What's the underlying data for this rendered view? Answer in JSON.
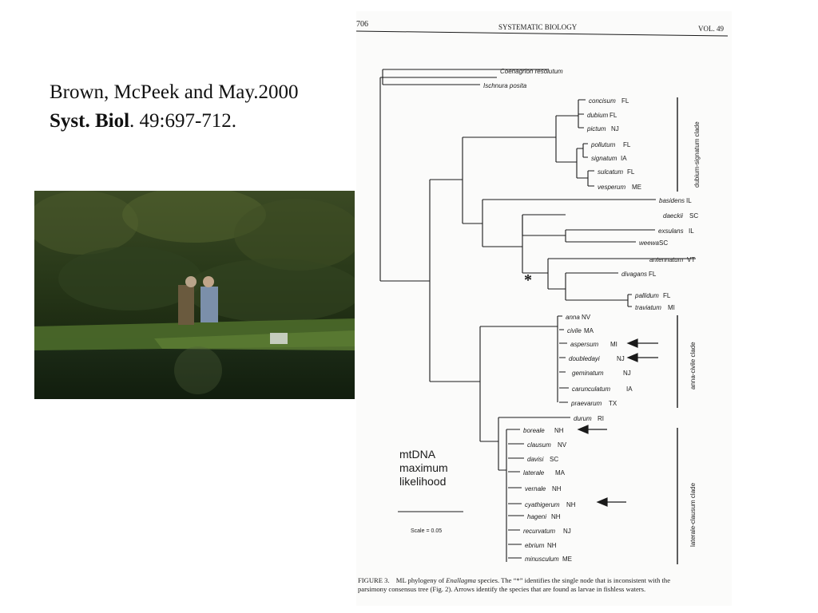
{
  "citation": {
    "authors": "Brown, McPeek and May.2000",
    "journal": "Syst. Biol",
    "details": ". 49:697-712."
  },
  "page_header": {
    "page_number": "706",
    "journal_name": "SYSTEMATIC BIOLOGY",
    "volume": "VOL. 49"
  },
  "tree": {
    "method_label": [
      "mtDNA",
      "maximum",
      "likelihood"
    ],
    "scale_label": "Scale = 0.05",
    "inconsistent_node_marker": "*",
    "taxa": [
      {
        "genus_species": "Coenagrion resolutum",
        "state": ""
      },
      {
        "genus_species": "Ischnura posita",
        "state": ""
      },
      {
        "genus_species": "concisum",
        "state": "FL"
      },
      {
        "genus_species": "dubium",
        "state": "FL"
      },
      {
        "genus_species": "pictum",
        "state": "NJ"
      },
      {
        "genus_species": "pollutum",
        "state": "FL"
      },
      {
        "genus_species": "signatum",
        "state": "IA"
      },
      {
        "genus_species": "sulcatum",
        "state": "FL"
      },
      {
        "genus_species": "vesperum",
        "state": "ME"
      },
      {
        "genus_species": "basidens",
        "state": "IL"
      },
      {
        "genus_species": "daeckii",
        "state": "SC"
      },
      {
        "genus_species": "exsulans",
        "state": "IL"
      },
      {
        "genus_species": "weewa",
        "state": "SC"
      },
      {
        "genus_species": "antennatum",
        "state": "VT"
      },
      {
        "genus_species": "divagans",
        "state": "FL"
      },
      {
        "genus_species": "pallidum",
        "state": "FL"
      },
      {
        "genus_species": "traviatum",
        "state": "MI"
      },
      {
        "genus_species": "anna",
        "state": "NV"
      },
      {
        "genus_species": "civile",
        "state": "MA"
      },
      {
        "genus_species": "aspersum",
        "state": "MI"
      },
      {
        "genus_species": "doubledayi",
        "state": "NJ"
      },
      {
        "genus_species": "geminatum",
        "state": "NJ"
      },
      {
        "genus_species": "carunculatum",
        "state": "IA"
      },
      {
        "genus_species": "praevarum",
        "state": "TX"
      },
      {
        "genus_species": "durum",
        "state": "RI"
      },
      {
        "genus_species": "boreale",
        "state": "NH"
      },
      {
        "genus_species": "clausum",
        "state": "NV"
      },
      {
        "genus_species": "davisi",
        "state": "SC"
      },
      {
        "genus_species": "laterale",
        "state": "MA"
      },
      {
        "genus_species": "vernale",
        "state": "NH"
      },
      {
        "genus_species": "cyathigerum",
        "state": "NH"
      },
      {
        "genus_species": "hageni",
        "state": "NH"
      },
      {
        "genus_species": "recurvatum",
        "state": "NJ"
      },
      {
        "genus_species": "ebrium",
        "state": "NH"
      },
      {
        "genus_species": "minusculum",
        "state": "ME"
      }
    ],
    "clades": [
      {
        "name": "dubium-signatum clade"
      },
      {
        "name": "anna-civile clade"
      },
      {
        "name": "laterale-clausum clade"
      }
    ]
  },
  "figure_caption": {
    "label": "FIGURE 3.",
    "line1_a": "ML phylogeny of ",
    "line1_genus": "Enallagma",
    "line1_b": " species. The “*” identifies the single node that is inconsistent with the",
    "line2": "parsimony consensus tree (Fig. 2). Arrows identify the species that are found as larvae in fishless waters."
  },
  "colors": {
    "ink": "#1a1a1a",
    "photo_foliage": "#2c3a1c",
    "photo_water": "#1c2a18"
  }
}
